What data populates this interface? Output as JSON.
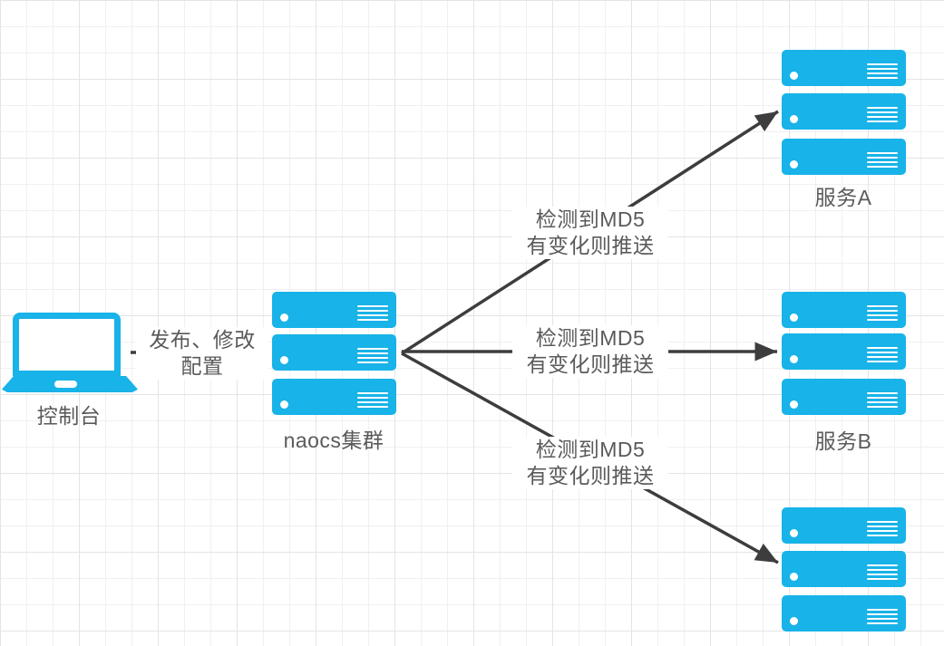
{
  "title": "Nacos config push diagram",
  "colors": {
    "accent": "#18b3e8",
    "line": "#3d3d3d",
    "text": "#5a5a5a",
    "label_bg": "#ffffff"
  },
  "nodes": {
    "console": {
      "label": "控制台",
      "icon": "laptop-icon"
    },
    "nacos_cluster": {
      "label": "naocs集群",
      "icon": "server-stack-icon",
      "server_count": 3
    },
    "service_a": {
      "label": "服务A",
      "icon": "server-stack-icon",
      "server_count": 3
    },
    "service_b": {
      "label": "服务B",
      "icon": "server-stack-icon",
      "server_count": 3
    },
    "service_c": {
      "label": "",
      "icon": "server-stack-icon",
      "server_count": 3
    }
  },
  "edges": {
    "publish": {
      "from": "console",
      "to": "nacos_cluster",
      "label": "发布、修改\n配置"
    },
    "push_top": {
      "from": "nacos_cluster",
      "to": "service_a",
      "label": "检测到MD5\n有变化则推送"
    },
    "push_middle": {
      "from": "nacos_cluster",
      "to": "service_b",
      "label": "检测到MD5\n有变化则推送"
    },
    "push_bottom": {
      "from": "nacos_cluster",
      "to": "service_c",
      "label": "检测到MD5\n有变化则推送"
    }
  }
}
